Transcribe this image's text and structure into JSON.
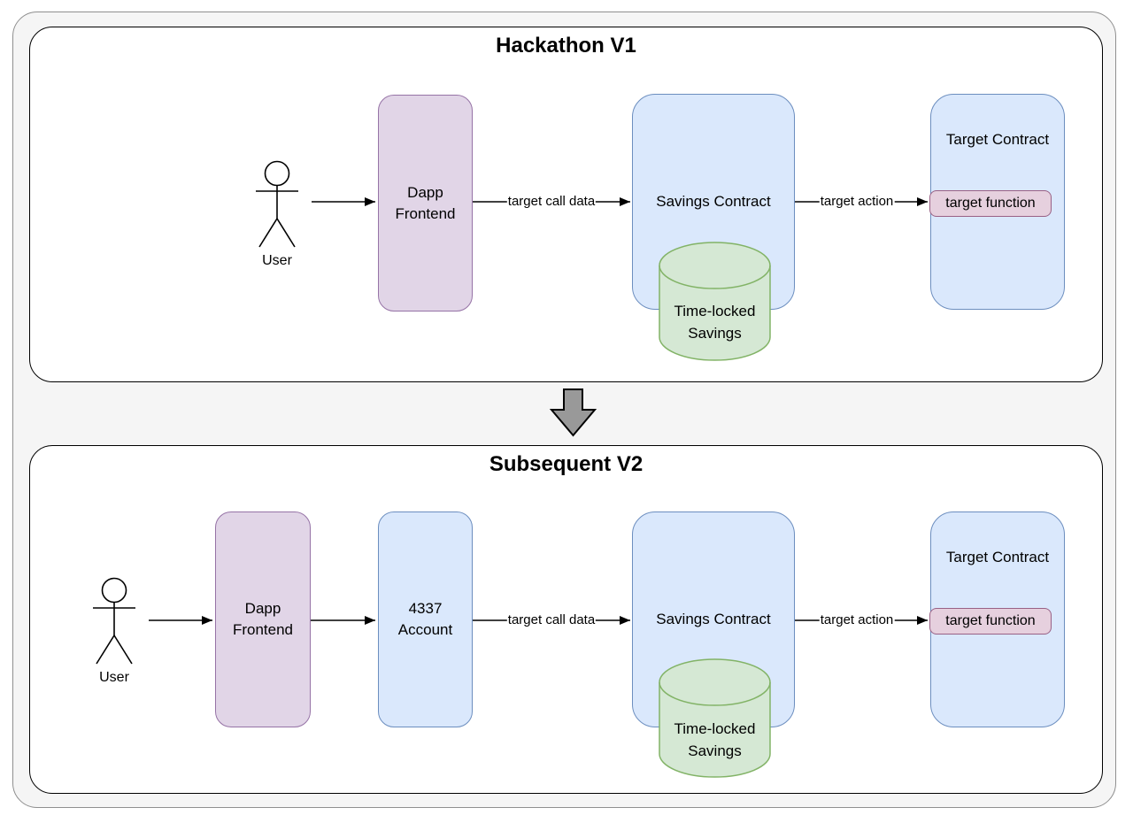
{
  "v1": {
    "title": "Hackathon V1",
    "user_label": "User",
    "dapp_frontend": "Dapp\nFrontend",
    "target_call_data_label": "target call data",
    "savings_contract": "Savings Contract",
    "time_locked_savings": "Time-locked\nSavings",
    "target_action_label": "target action",
    "target_contract": "Target Contract",
    "target_function": "target function"
  },
  "v2": {
    "title": "Subsequent V2",
    "user_label": "User",
    "dapp_frontend": "Dapp\nFrontend",
    "account_4337": "4337\nAccount",
    "target_call_data_label": "target call data",
    "savings_contract": "Savings Contract",
    "time_locked_savings": "Time-locked\nSavings",
    "target_action_label": "target action",
    "target_contract": "Target Contract",
    "target_function": "target function"
  },
  "colors": {
    "node_blue_fill": "#DAE8FC",
    "node_blue_stroke": "#6C8EBF",
    "node_purple_fill": "#E1D5E7",
    "node_purple_stroke": "#9673A6",
    "node_green_fill": "#D5E8D4",
    "node_green_stroke": "#82B366",
    "node_pink_fill": "#E6D0DE",
    "node_pink_stroke": "#996185",
    "container_fill": "#F5F5F5",
    "container_stroke": "#8F8F8F",
    "panel_fill": "#FFFFFF",
    "panel_stroke": "#000000",
    "transition_arrow_fill": "#999999"
  }
}
